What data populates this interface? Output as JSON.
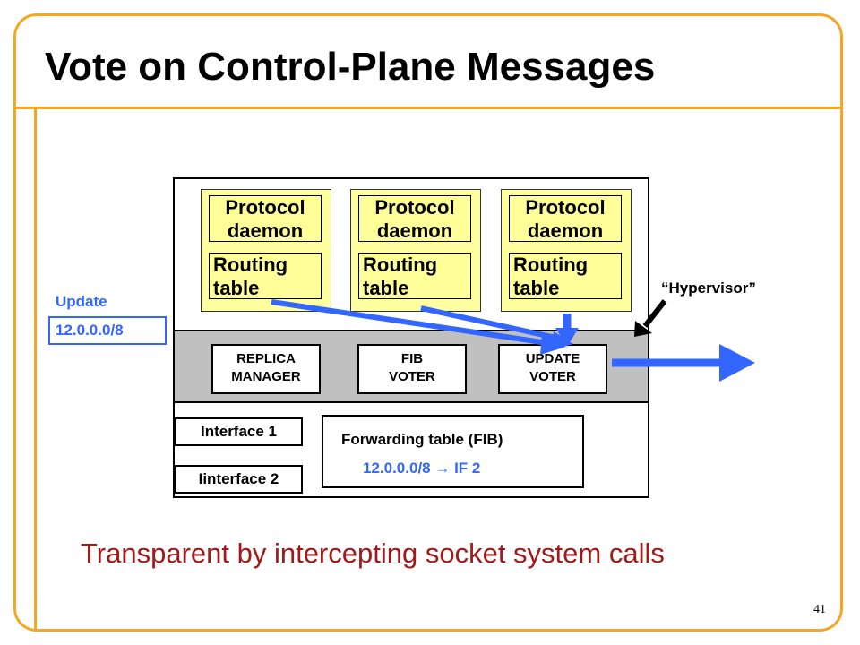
{
  "title": "Vote on Control-Plane Messages",
  "processes": [
    {
      "protocol": [
        "Protocol",
        "daemon"
      ],
      "routing": [
        "Routing",
        "table"
      ]
    },
    {
      "protocol": [
        "Protocol",
        "daemon"
      ],
      "routing": [
        "Routing",
        "table"
      ]
    },
    {
      "protocol": [
        "Protocol",
        "daemon"
      ],
      "routing": [
        "Routing",
        "table"
      ]
    }
  ],
  "hypervisor": {
    "label": "“Hypervisor”",
    "modules": [
      {
        "lines": [
          "REPLICA",
          "MANAGER"
        ]
      },
      {
        "lines": [
          "FIB",
          "VOTER"
        ]
      },
      {
        "lines": [
          "UPDATE",
          "VOTER"
        ]
      }
    ]
  },
  "interfaces": [
    "Interface 1",
    "Iinterface 2"
  ],
  "fib": {
    "title": "Forwarding table (FIB)",
    "entry": "12.0.0.0/8  → IF 2"
  },
  "update": {
    "label": "Update",
    "prefix": "12.0.0.0/8"
  },
  "caption": "Transparent by intercepting socket system calls",
  "page_number": "41",
  "colors": {
    "accent": "#f5a623",
    "process_fill": "#ffff99",
    "band_fill": "#c0c0c0",
    "arrow_blue": "#3366ff",
    "caption": "#a01a1a"
  }
}
